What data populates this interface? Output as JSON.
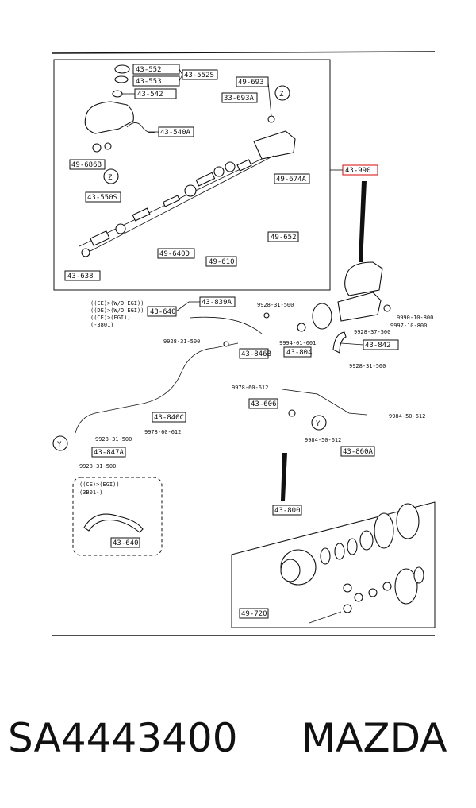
{
  "labels": {
    "r_43_552": "43-552",
    "r_43_553": "43-553",
    "r_43_552s": "43-552S",
    "r_43_542": "43-542",
    "r_43_540a": "43-540A",
    "r_49_686b": "49-686B",
    "r_43_550s": "43-550S",
    "r_49_693": "49-693",
    "r_33_693a": "33-693A",
    "r_43_990": "43-990",
    "r_49_674a": "49-674A",
    "r_49_652": "49-652",
    "r_49_640d": "49-640D",
    "r_49_610": "49-610",
    "r_43_638": "43-638",
    "r_43_839a": "43-839A",
    "r_43_640": "43-640",
    "r_9928_31_500_a": "9928-31-500",
    "r_9928_31_500_b": "9928-31-500",
    "r_43_846b": "43-846B",
    "r_9978_60_612": "9978-60-612",
    "r_9994_01_001": "9994-01-001",
    "r_43_804": "43-804",
    "r_43_842": "43-842",
    "r_9928_37_500": "9928-37-500",
    "r_9990_10_800": "9990-10-800",
    "r_9997_10_800": "9997-10-800",
    "r_9928_31_500_c": "9928-31-500",
    "r_43_606": "43-606",
    "r_9984_50_612_a": "9984-50-612",
    "r_9984_50_612_b": "9984-50-612",
    "r_43_860a": "43-860A",
    "r_43_840c": "43-840C",
    "r_9978_60_612_b": "9978-60-612",
    "r_9928_31_500_d": "9928-31-500",
    "r_43_847a": "43-847A",
    "r_9928_31_500_e": "9928-31-500",
    "r_43_800": "43-800",
    "r_49_720": "49-720",
    "r_43_640_b": "43-640",
    "note_ce_wo_egi": "((CE)>(W/O EGI))",
    "note_de_wo_egi": "((DE)>(W/O EGI))",
    "note_ce_egi": "((CE)>(EGI))",
    "note_3801": "(-3801)",
    "inset_line1": "((CE)>(EGI))",
    "inset_line2": "(3B01-)",
    "marker_z1": "Z",
    "marker_z2": "Z",
    "marker_y1": "Y",
    "marker_y2": "Y"
  },
  "highlight_color": "#e03030",
  "footer": {
    "part_number": "SA4443400",
    "brand": "MAZDA"
  }
}
